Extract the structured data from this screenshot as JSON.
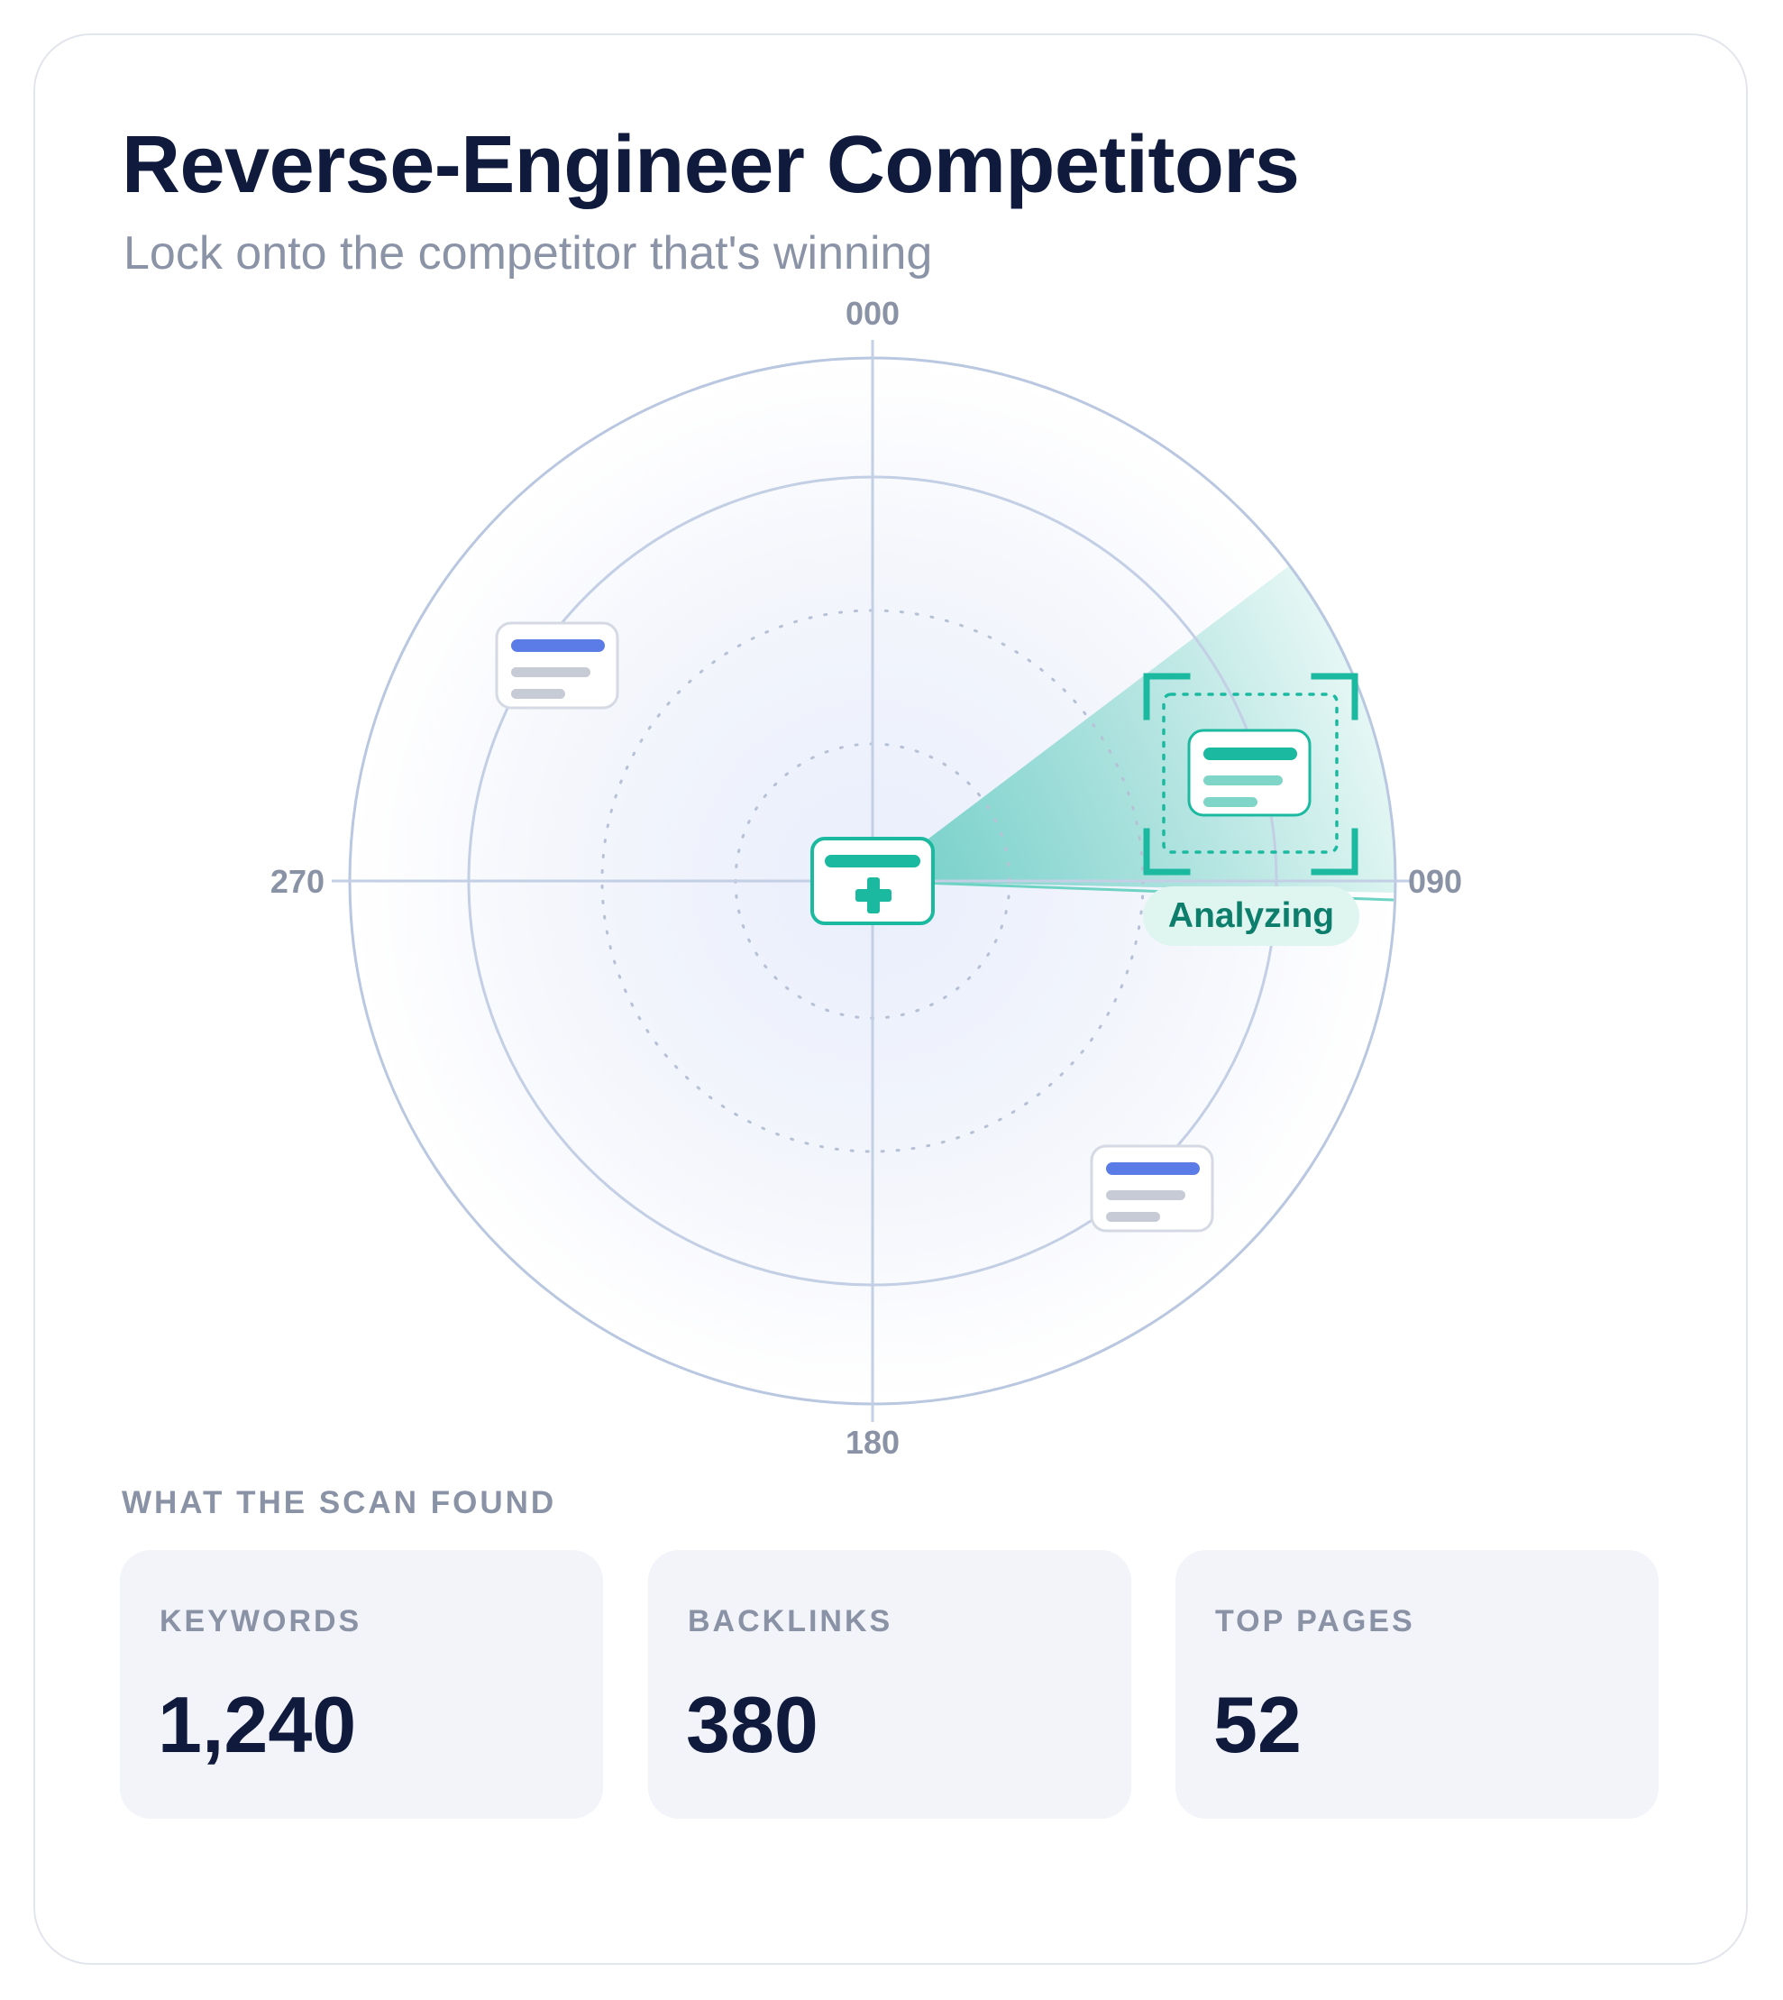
{
  "header": {
    "title": "Reverse-Engineer Competitors",
    "subtitle": "Lock onto the competitor that's winning"
  },
  "radar": {
    "bearings": {
      "north": "000",
      "east": "090",
      "south": "180",
      "west": "270"
    },
    "lock_label": "Analyzing",
    "colors": {
      "accent": "#1ab9a0",
      "competitor": "#5b7be6",
      "ring": "#b9c7e0"
    }
  },
  "results": {
    "section_label": "WHAT THE SCAN FOUND",
    "stats": [
      {
        "label": "KEYWORDS",
        "value": "1,240"
      },
      {
        "label": "BACKLINKS",
        "value": "380"
      },
      {
        "label": "TOP PAGES",
        "value": "52"
      }
    ]
  }
}
